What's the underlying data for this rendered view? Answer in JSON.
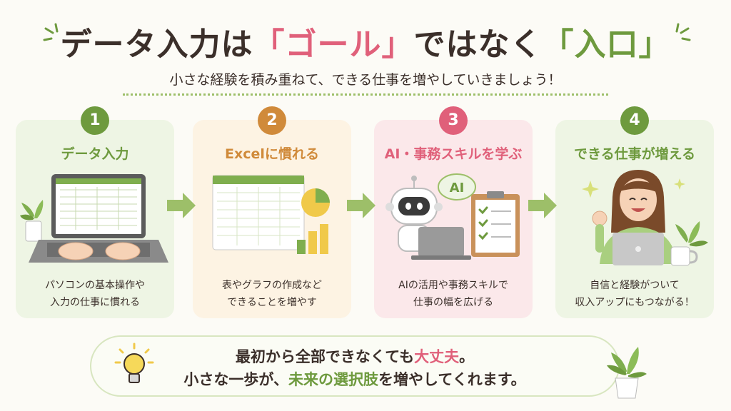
{
  "header": {
    "title_part1": "データ入力は",
    "title_goal": "「ゴール」",
    "title_part2": "ではなく",
    "title_entrance": "「入口」",
    "subtitle": "小さな経験を積み重ねて、できる仕事を増やしていきましょう！"
  },
  "steps": [
    {
      "number": "1",
      "title": "データ入力",
      "desc1": "パソコンの基本操作や",
      "desc2": "入力の仕事に慣れる"
    },
    {
      "number": "2",
      "title": "Excelに慣れる",
      "desc1": "表やグラフの作成など",
      "desc2": "できることを増やす"
    },
    {
      "number": "3",
      "title": "AI・事務スキルを学ぶ",
      "desc1": "AIの活用や事務スキルで",
      "desc2": "仕事の幅を広げる",
      "bubble": "AI"
    },
    {
      "number": "4",
      "title": "できる仕事が増える",
      "desc1": "自信と経験がついて",
      "desc2": "収入アップにもつながる！"
    }
  ],
  "footer": {
    "line1_a": "最初から全部できなくても",
    "line1_b": "大丈夫",
    "line1_c": "。",
    "line2_a": "小さな一歩が、",
    "line2_b": "未来の選択肢",
    "line2_c": "を増やしてくれます。"
  },
  "colors": {
    "step1": "#6e9a3e",
    "step2": "#d08a3a",
    "step3": "#e0607a",
    "step4": "#6e9a3e",
    "accent_pink": "#e0607a",
    "accent_green": "#6e9a3e"
  },
  "icons": [
    "laptop-typing-icon",
    "spreadsheet-chart-icon",
    "robot-laptop-icon",
    "checklist-icon",
    "smiling-woman-laptop-icon",
    "lightbulb-icon",
    "plant-icon",
    "arrow-right-icon",
    "sparkle-icon"
  ]
}
